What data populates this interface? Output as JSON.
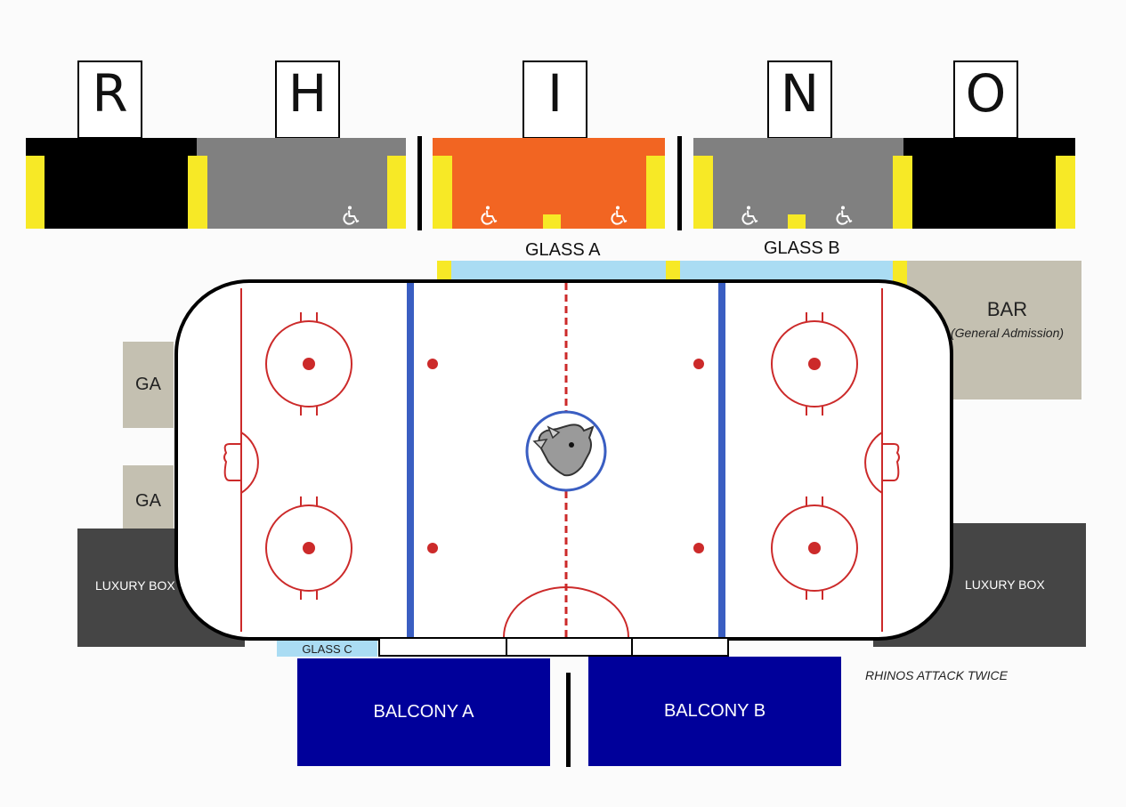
{
  "title_letters": [
    "R",
    "H",
    "I",
    "N",
    "O"
  ],
  "sections": {
    "glass_a": "GLASS A",
    "glass_b": "GLASS B",
    "glass_c": "GLASS C",
    "bar": "BAR",
    "bar_sub": "(General Admission)",
    "ga_1": "GA",
    "ga_2": "GA",
    "luxury_box_left": "LUXURY BOX",
    "luxury_box_right": "LUXURY BOX",
    "balcony_a": "BALCONY A",
    "balcony_b": "BALCONY B"
  },
  "footer_note": "RHINOS ATTACK TWICE",
  "icons": [
    "wheelchair-icon",
    "rhino-logo"
  ],
  "colors": {
    "black_section": "#000000",
    "gray_section": "#808080",
    "orange_section": "#f26522",
    "yellow_aisle": "#f7e926",
    "glass": "#aadcf3",
    "bar_ga": "#c4c0b1",
    "luxury_box": "#454545",
    "balcony": "#00009a",
    "ice_red": "#cc2a2a",
    "ice_blue": "#3a5ec2"
  }
}
